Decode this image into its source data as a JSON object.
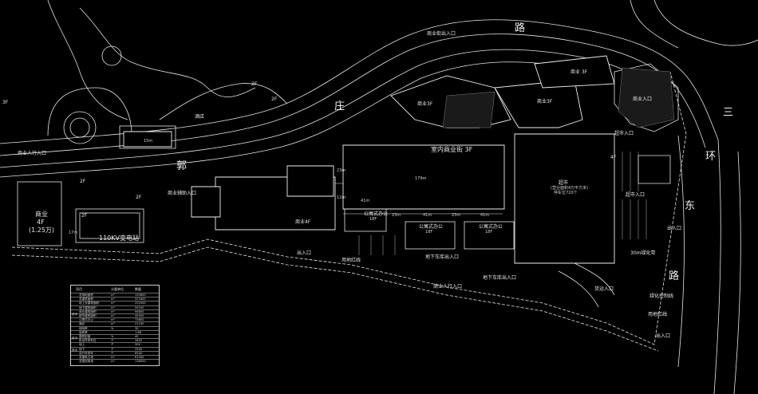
{
  "roads": {
    "north_road": [
      "路"
    ],
    "south_road": [
      "郭",
      "庄"
    ],
    "east_road": [
      "三",
      "环",
      "东",
      "路"
    ]
  },
  "labels": {
    "commercial_entrance_top": "商业街出入口",
    "commercial_3f_top": "商业 3F",
    "commercial_3f_mid": "商业3F",
    "commercial_3f_small": "商业3F",
    "commercial_2f": "2F",
    "commercial_3f_left": "3F",
    "commercial_2f_b": "2F",
    "shop": "酒店",
    "commercial_pedestrian_entrance": "商业人行入口",
    "commercial_parking_entrance": "商业入口",
    "supermarket_entrance": "超市入口",
    "supermarket_pedestrian_entrance": "超市入口",
    "indoor_street": "室内商业街 3F",
    "street_length": "179m",
    "supermarket": "超市",
    "supermarket_sub": "(营业面积4万平方米)",
    "supermarket_sub2": "停车位720个",
    "supermarket_4f": "4F",
    "commercial_4f": "商业4F",
    "office_1": "公寓式办公",
    "office_1_floor": "18F",
    "office_2": "公寓式办公",
    "office_2_floor": "18F",
    "office_3": "公寓式办公",
    "office_3_floor": "18F",
    "dist_41m_a": "41m",
    "dist_23m_a": "23m",
    "dist_41m_b": "41m",
    "dist_23m_b": "23m",
    "dist_41m_c": "41m",
    "red_line": "用地红线",
    "red_line_2": "用地红线",
    "green_belt": "绿化控制线",
    "green_belt_top": "30m绿化带",
    "exit_1": "出入口",
    "exit_2": "出入口",
    "commercial_block": "商业",
    "commercial_block_floor": "4F",
    "commercial_block_area": "(1.25万)",
    "commercial_block_2f": "2F",
    "substation": "110KV变电站",
    "substation_2f": "2F",
    "residence_2f": "2F",
    "parking_entrance": "商业辅助入口",
    "underground_parking": "地下车库出入口",
    "underground_parking_2": "地下车库出入口",
    "freight_entrance": "货运入口",
    "parking_exit": "出入口",
    "commercial_people_entrance": "商业人行入口",
    "dist_23m_c": "23m",
    "dist_17m": "17m",
    "dist_15m": "15m",
    "dist_12m": "12m"
  },
  "legend": {
    "headers": [
      "项目",
      "计量单位",
      "数量"
    ],
    "rows": [
      [
        "总用地面积",
        "m²",
        "135800"
      ],
      [
        "总建筑面积",
        "m²",
        "311600"
      ],
      [
        "地上总建筑面积",
        "m²",
        "252500"
      ],
      [
        "地下建筑面积",
        "m²",
        "59100"
      ],
      [
        "商业建筑面积",
        "m²",
        "96800"
      ],
      [
        "超市建筑面积",
        "m²",
        "40000"
      ],
      [
        "公寓式办公",
        "m²",
        "73800"
      ],
      [
        "酒店",
        "m²",
        "21100"
      ],
      [
        "绿地率",
        "%",
        "30"
      ],
      [
        "容积率",
        "",
        "1.86"
      ],
      [
        "建筑密度",
        "%",
        "45"
      ],
      [
        "机动车停车位",
        "个",
        "2850"
      ],
      [
        "地上",
        "个",
        "350"
      ],
      [
        "地下",
        "个",
        "2500"
      ],
      [
        "自行车停车",
        "个",
        "6500"
      ],
      [
        "总建筑占地",
        "m²",
        "61000"
      ],
      [
        "总规划用地",
        "m²",
        "136000"
      ]
    ],
    "side_labels": [
      "其中",
      "其中",
      "其中"
    ]
  }
}
